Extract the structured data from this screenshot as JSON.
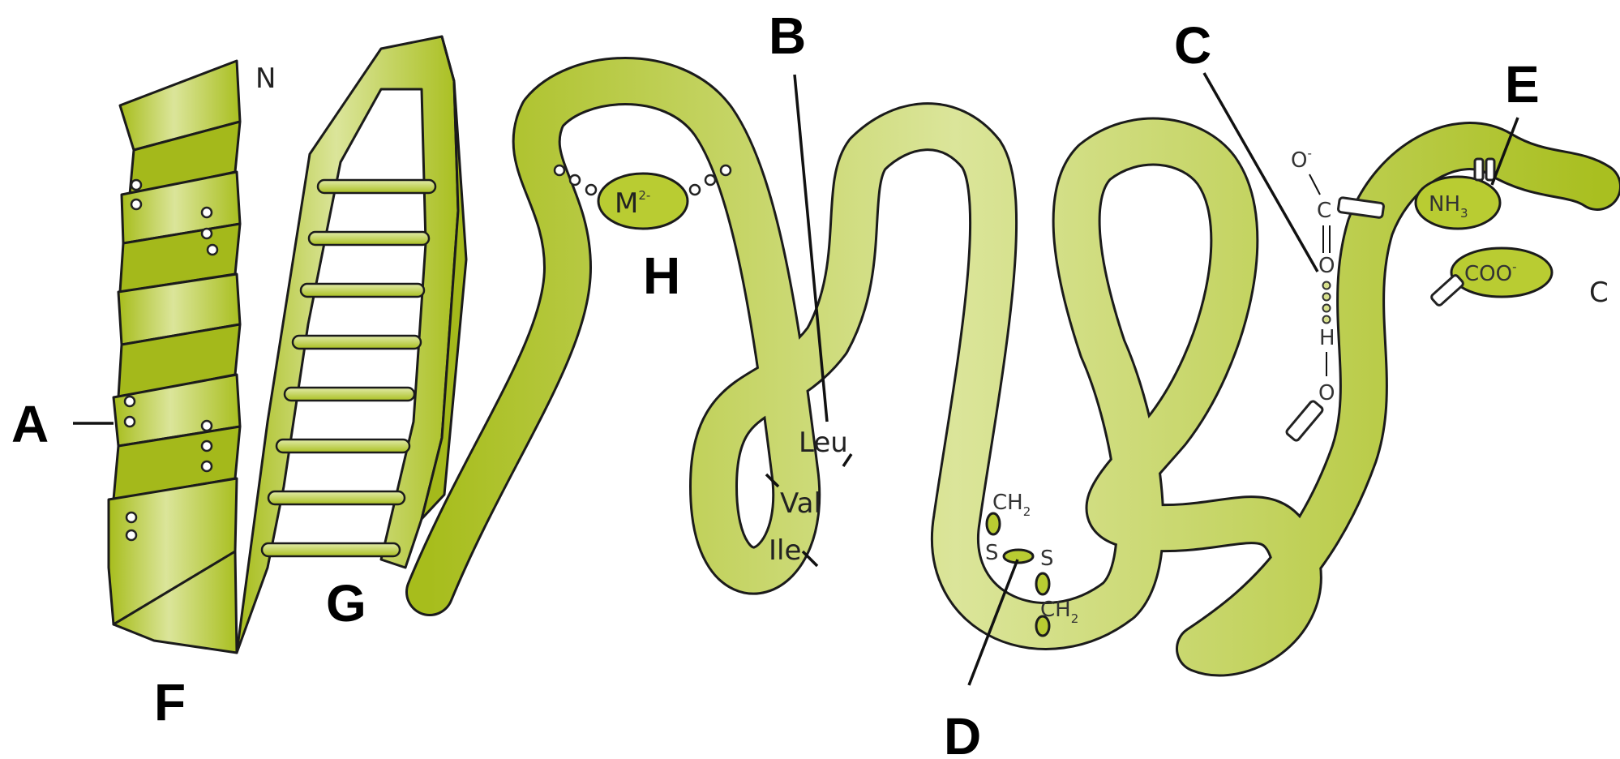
{
  "labels": {
    "A": "A",
    "B": "B",
    "C": "C",
    "D": "D",
    "E": "E",
    "F": "F",
    "G": "G",
    "H": "H"
  },
  "termini": {
    "n": "N",
    "c": "C"
  },
  "metal": {
    "base": "M",
    "charge": "2-"
  },
  "residues": {
    "leu": "Leu",
    "val": "Val",
    "ile": "Ile"
  },
  "disulfide": {
    "ch2_top": "CH",
    "ch2_top_sub": "2",
    "s_left": "S",
    "s_right": "S",
    "ch2_bottom": "CH",
    "ch2_bottom_sub": "2"
  },
  "hbond": {
    "o_minus": "O",
    "o_minus_sup": "-",
    "c": "C",
    "o": "O",
    "h": "H",
    "o2": "O"
  },
  "ionic": {
    "nh3": "NH",
    "nh3_sub": "3",
    "coo": "COO",
    "coo_sup": "-"
  },
  "colors": {
    "ribbon": "#b5c92a",
    "ribbon_light": "#dfe8a0",
    "outline": "#1b1b1b"
  }
}
